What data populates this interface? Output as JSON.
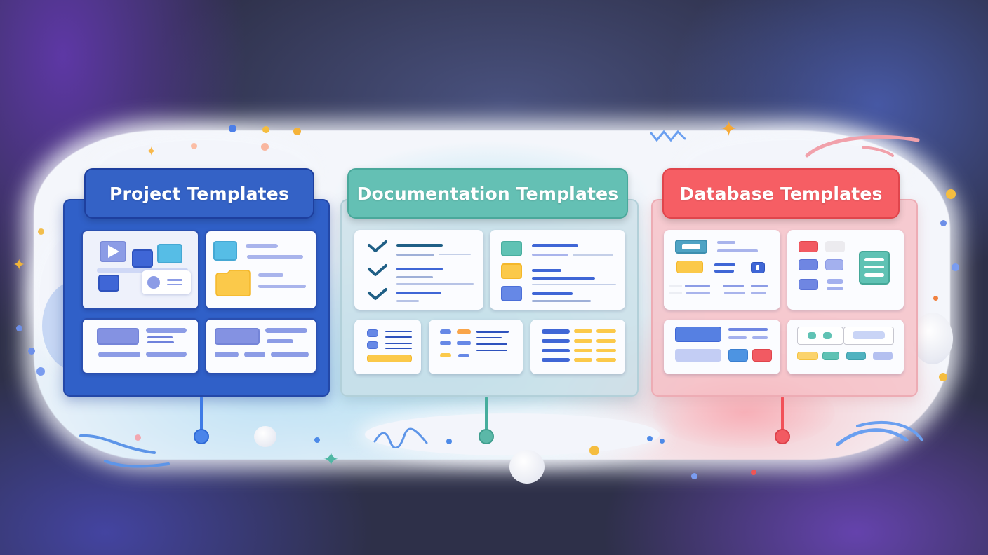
{
  "diagram": {
    "type": "template-categories-overview",
    "panels": [
      {
        "id": "project",
        "title": "Project Templates",
        "accent": "#3462c6",
        "cards": [
          "media-board",
          "file-folder-list",
          "layout-block-a",
          "layout-block-b"
        ]
      },
      {
        "id": "documentation",
        "title": "Documentation Templates",
        "accent": "#64c0b4",
        "cards": [
          "checklist",
          "color-coded-list",
          "mini-list",
          "tag-list",
          "table-rows"
        ]
      },
      {
        "id": "database",
        "title": "Database Templates",
        "accent": "#f65e64",
        "cards": [
          "record-form",
          "field-grid",
          "data-entry",
          "tagged-table"
        ]
      }
    ],
    "connectors": [
      {
        "panel": "project",
        "color": "#3f7be6"
      },
      {
        "panel": "documentation",
        "color": "#46ad9d"
      },
      {
        "panel": "database",
        "color": "#f25058"
      }
    ]
  },
  "colors": {
    "background_dark": "#2e3049",
    "background_purple": "#6038aa",
    "cloud": "#f4f6fb",
    "blue": "#3f66d6",
    "light_blue": "#8a9ae6",
    "cyan": "#56bde6",
    "yellow": "#fbc94a",
    "orange": "#f9b04a",
    "teal": "#5fc2b4",
    "red": "#f25a62",
    "navy_check": "#1f5f86"
  }
}
